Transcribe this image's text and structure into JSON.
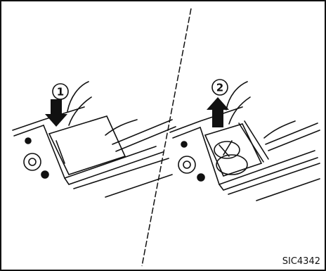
{
  "figure": {
    "step_1": "1",
    "step_2": "2",
    "code": "SIC4342"
  },
  "colors": {
    "line": "#111111",
    "background": "#ffffff"
  },
  "icons": {
    "arrow_down": "arrow-down-icon",
    "arrow_up": "arrow-up-icon"
  }
}
